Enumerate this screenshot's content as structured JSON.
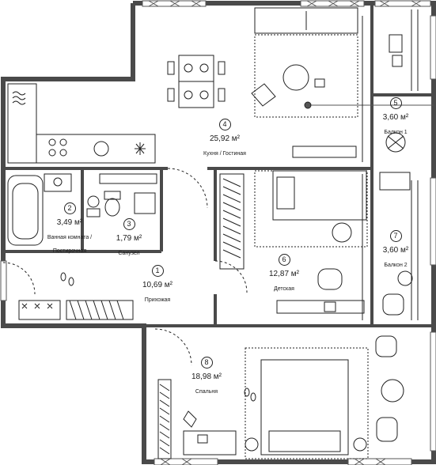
{
  "rooms": [
    {
      "num": "1",
      "area": "10,69 м²",
      "name": "Прихожая"
    },
    {
      "num": "2",
      "area": "3,49 м²",
      "name": "Ванная комната / Постирочная"
    },
    {
      "num": "3",
      "area": "1,79 м²",
      "name": "Санузел"
    },
    {
      "num": "4",
      "area": "25,92 м²",
      "name": "Кухня / Гостиная"
    },
    {
      "num": "5",
      "area": "3,60 м²",
      "name": "Балкон 1"
    },
    {
      "num": "6",
      "area": "12,87 м²",
      "name": "Детская"
    },
    {
      "num": "7",
      "area": "3,60 м²",
      "name": "Балкон 2"
    },
    {
      "num": "8",
      "area": "18,98 м²",
      "name": "Спальня"
    }
  ],
  "colors": {
    "wall": "#4a4a4a",
    "line": "#222222",
    "window": "#555555"
  }
}
